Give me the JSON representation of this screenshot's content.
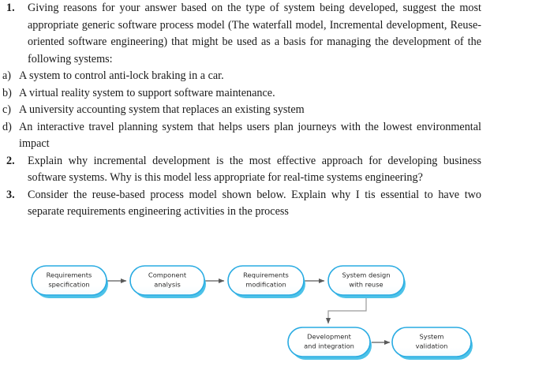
{
  "document": {
    "questions": [
      {
        "marker": "1.",
        "text": "Giving reasons for your answer based on the type of system being developed, suggest the most appropriate generic software process model (The waterfall model, Incremental development, Reuse-oriented software engineering) that might be used as a basis for managing the development of the following systems:",
        "sub_items": [
          {
            "marker": "a)",
            "text": "A system to control anti-lock braking in a car."
          },
          {
            "marker": "b)",
            "text": "A virtual reality system to support software maintenance."
          },
          {
            "marker": "c)",
            "text": "A university accounting system that replaces an existing system"
          },
          {
            "marker": "d)",
            "text": "An interactive travel planning system that helps users plan journeys with the lowest environmental impact"
          }
        ]
      },
      {
        "marker": "2.",
        "text": "Explain why incremental development is the most effective approach for developing business software systems. Why is this model less appropriate for real-time systems engineering?",
        "sub_items": []
      },
      {
        "marker": "3.",
        "text": "Consider the reuse-based process model shown below. Explain why I tis essential to have two separate requirements engineering activities in the process",
        "sub_items": []
      }
    ]
  },
  "diagram": {
    "name": "reuse-oriented-software-engineering-process",
    "colors": {
      "node_border": "#29abe2",
      "node_shadow": "#4cc2e8",
      "node_fill": "#ffffff",
      "node_text": "#2b2b2b",
      "connector": "#6e6e6e"
    },
    "nodes": [
      {
        "id": "requirements-specification",
        "line1": "Requirements",
        "line2": "specification"
      },
      {
        "id": "component-analysis",
        "line1": "Component",
        "line2": "analysis"
      },
      {
        "id": "requirements-modification",
        "line1": "Requirements",
        "line2": "modification"
      },
      {
        "id": "system-design-with-reuse",
        "line1": "System design",
        "line2": "with reuse"
      },
      {
        "id": "development-and-integration",
        "line1": "Development",
        "line2": "and integration"
      },
      {
        "id": "system-validation",
        "line1": "System",
        "line2": "validation"
      }
    ]
  }
}
